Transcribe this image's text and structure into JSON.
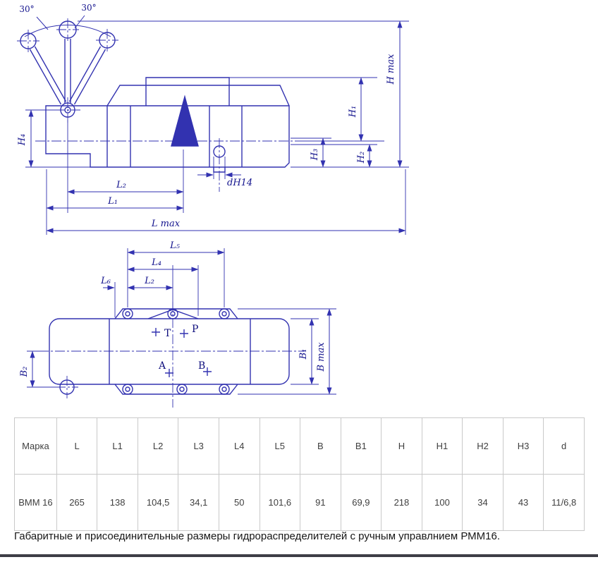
{
  "drawing": {
    "line_color": "#3232b0",
    "labels": {
      "angle_left": "30°",
      "angle_right": "30°",
      "h_max": "H max",
      "h1": "H₁",
      "h2": "H₂",
      "h3": "H₃",
      "h4": "H₄",
      "l1": "L₁",
      "l2_side": "L₂",
      "l_max": "L max",
      "d_h14": "dH14",
      "l5": "L₅",
      "l4": "L₄",
      "l6": "L₆",
      "l2_plan": "L₂",
      "b1": "B₁",
      "b_max": "B max",
      "b2": "B₂",
      "port_t": "T",
      "port_p": "P",
      "port_a": "A",
      "port_b": "B"
    }
  },
  "table": {
    "headers": [
      "Марка",
      "L",
      "L1",
      "L2",
      "L3",
      "L4",
      "L5",
      "B",
      "B1",
      "H",
      "H1",
      "H2",
      "H3",
      "d"
    ],
    "rows": [
      [
        "ВММ 16",
        "265",
        "138",
        "104,5",
        "34,1",
        "50",
        "101,6",
        "91",
        "69,9",
        "218",
        "100",
        "34",
        "43",
        "11/6,8"
      ]
    ]
  },
  "caption": "Габаритные и присоединительные размеры гидрораспределителей с ручным управлнием РММ16."
}
